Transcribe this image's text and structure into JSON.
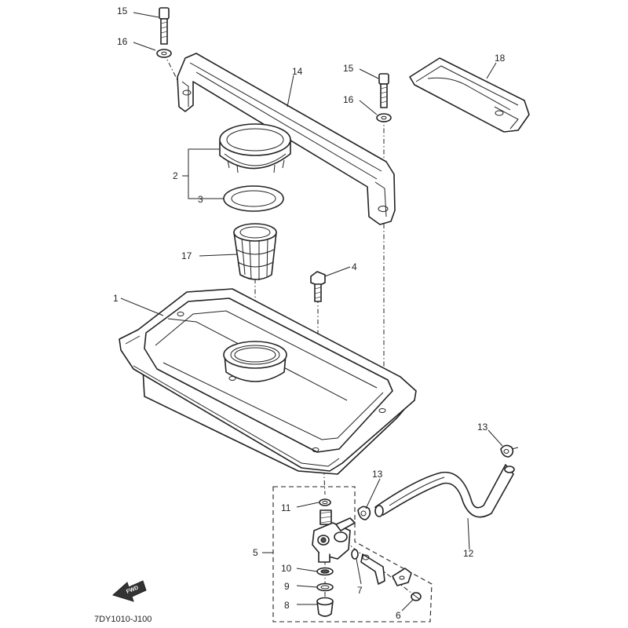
{
  "callouts": {
    "c1": "1",
    "c2": "2",
    "c3": "3",
    "c4": "4",
    "c5": "5",
    "c6": "6",
    "c7": "7",
    "c8": "8",
    "c9": "9",
    "c10": "10",
    "c11": "11",
    "c12": "12",
    "c13a": "13",
    "c13b": "13",
    "c14": "14",
    "c15a": "15",
    "c15b": "15",
    "c16a": "16",
    "c16b": "16",
    "c17": "17",
    "c18": "18"
  },
  "drawing_code": "7DY1010-J100",
  "forward_label": "FWD",
  "colors": {
    "line": "#222222",
    "background": "#ffffff"
  }
}
